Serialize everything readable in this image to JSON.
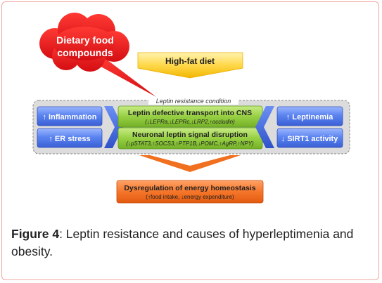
{
  "cloud": {
    "line1": "Dietary food",
    "line2": "compounds"
  },
  "high_fat": {
    "label": "High-fat diet"
  },
  "condition": {
    "label": "Leptin resistance condition"
  },
  "left": {
    "inflammation": "↑ Inflammation",
    "er_stress": "↑ ER stress"
  },
  "center": {
    "transport_title": "Leptin defective transport into CNS",
    "transport_sub": "(↓LEPRa,↓LEPRc,↓LRP2,↑occludin)",
    "signal_title": "Neuronal leptin signal disruption",
    "signal_sub": "(↓pSTAT3,↑SOCS3,↑PTP1B,↓POMC,↑AgRP,↑NPY)"
  },
  "right": {
    "leptinemia": "↑ Leptinemia",
    "sirt1": "↓ SIRT1 activity"
  },
  "outcome": {
    "title": "Dysregulation of energy homeostasis",
    "sub": "(↑food intake, ↓energy expenditure)"
  },
  "caption": {
    "label": "Figure 4",
    "text": ": Leptin resistance and causes of hyperleptimenia and obesity."
  },
  "colors": {
    "cloud": "#e8141a",
    "yellow": "#f6c400",
    "blue": "#4a74e8",
    "green": "#8ec63f",
    "orange": "#f26c1f",
    "panel": "#dcdcdc"
  }
}
